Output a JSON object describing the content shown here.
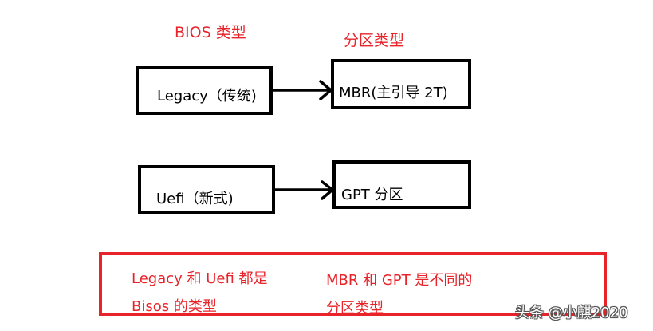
{
  "headings": {
    "bios_type": "BIOS 类型",
    "partition_type": "分区类型"
  },
  "boxes": {
    "legacy": "Legacy（传统)",
    "mbr": "MBR(主引导 2T)",
    "uefi": "Uefi（新式)",
    "gpt": "GPT 分区"
  },
  "notes": {
    "left_line1": "Legacy 和 Uefi 都是",
    "left_line2": "Bisos 的类型",
    "right_line1": "MBR 和 GPT 是不同的",
    "right_line2": "分区类型"
  },
  "watermark": "头条 @小麒2020",
  "colors": {
    "accent_red": "#e8232a",
    "box_border": "#000000"
  }
}
